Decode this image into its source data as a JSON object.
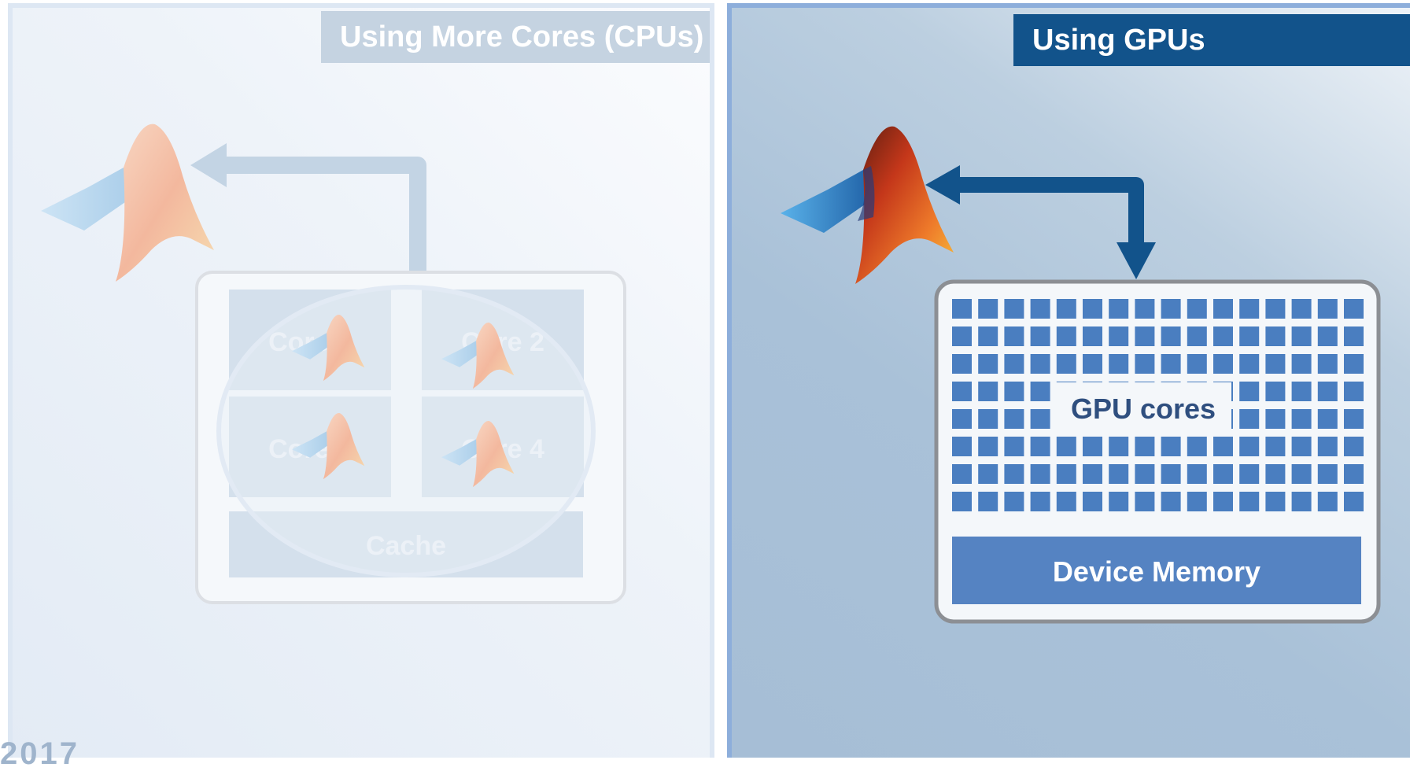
{
  "cpu_panel": {
    "title": "Using More Cores (CPUs)",
    "cores": [
      "Core 1",
      "Core 2",
      "Core 3",
      "Core 4"
    ],
    "cache": "Cache"
  },
  "gpu_panel": {
    "title": "Using GPUs",
    "gpu_cores_label": "GPU cores",
    "device_memory": "Device Memory"
  },
  "footer": {
    "year": "2017"
  },
  "colors": {
    "gpu_accent": "#12538b",
    "gpu_core": "#4a7ec0",
    "memory": "#5583c2",
    "cpu_faded": "#c5d3e1"
  },
  "icons": [
    "matlab-logo",
    "double-arrow"
  ]
}
